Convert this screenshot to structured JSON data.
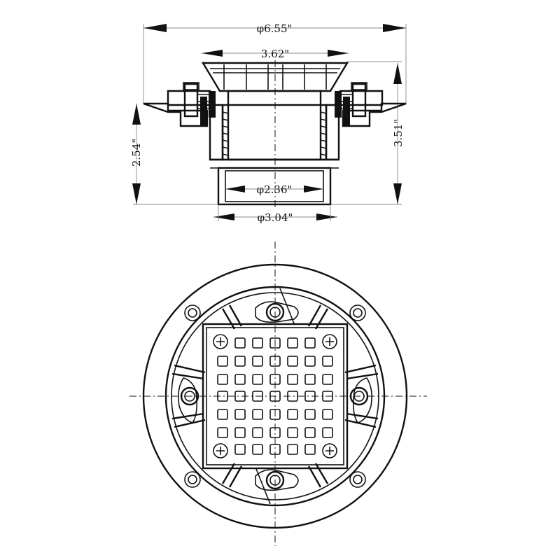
{
  "dimensions": {
    "overall_flange_diameter": "φ6.55\"",
    "strainer_top_width": "3.62\"",
    "body_height": "2.54\"",
    "overall_height": "3.51\"",
    "outlet_inner_diameter": "φ2.36\"",
    "outlet_outer_diameter": "φ3.04\""
  }
}
